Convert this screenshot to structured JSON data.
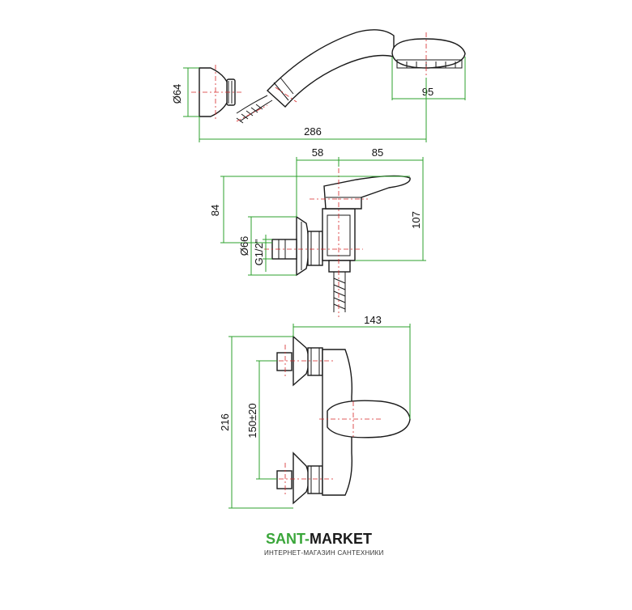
{
  "top_view": {
    "dim_diameter": "Ø64",
    "dim_head_width": "95",
    "dim_total_length": "286"
  },
  "side_view": {
    "dim_left": "58",
    "dim_right": "85",
    "dim_depth": "84",
    "dim_height": "107",
    "dim_base_diameter": "Ø66",
    "dim_thread": "G1/2\""
  },
  "front_view": {
    "dim_width": "143",
    "dim_total_height": "216",
    "dim_center_distance": "150±20"
  },
  "brand": {
    "name_part1": "SANT-",
    "name_part2": "MARKET",
    "tagline": "ИНТЕРНЕТ-МАГАЗИН САНТЕХНИКИ",
    "color_part1": "#3aa63a",
    "color_part2": "#1a1a1a"
  },
  "colors": {
    "dimension": "#2ca02c",
    "centerline": "#d62728",
    "outline": "#1a1a1a"
  }
}
